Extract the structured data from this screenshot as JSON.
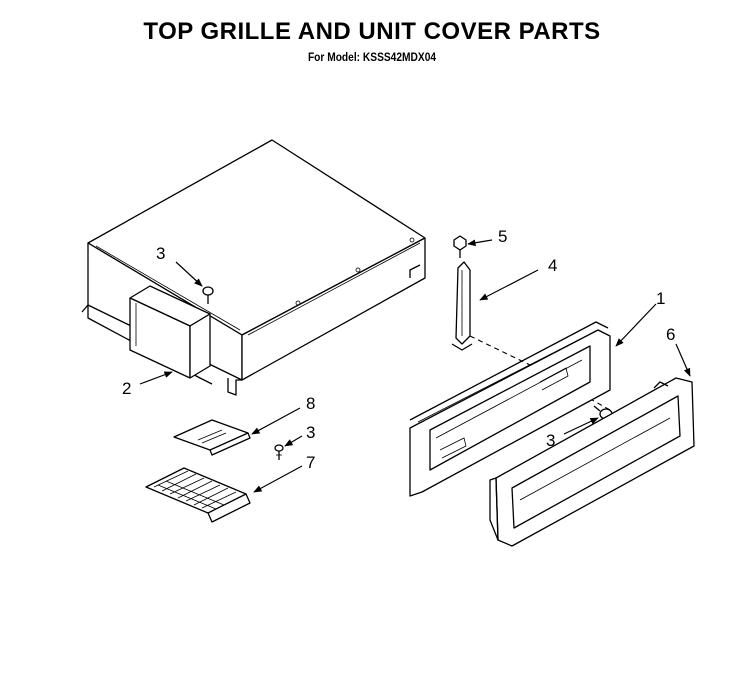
{
  "title": "TOP GRILLE AND UNIT COVER PARTS",
  "subtitle": "For Model: KSSS42MDX04",
  "callouts": [
    "1",
    "2",
    "3",
    "3",
    "3",
    "4",
    "5",
    "6",
    "7",
    "8"
  ]
}
